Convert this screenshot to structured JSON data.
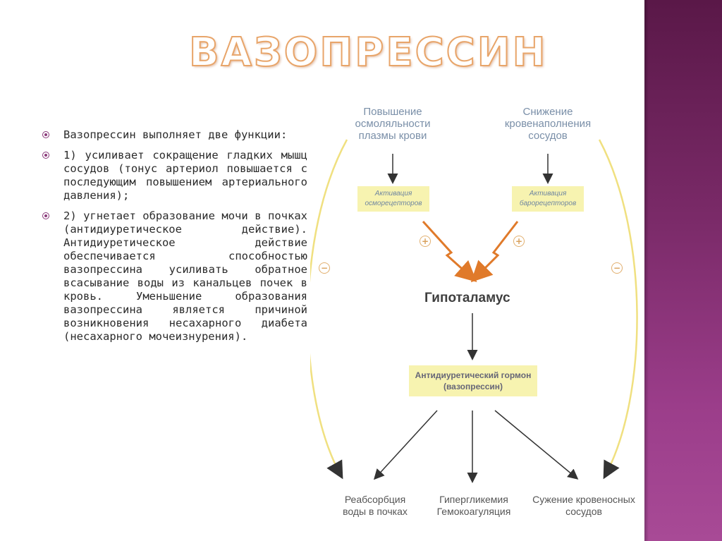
{
  "slide": {
    "title": "ВАЗОПРЕССИН",
    "bullets": [
      "Вазопрессин выполняет две функции:",
      "1) усиливает сокращение гладких мышц сосудов (тонус артериол повышается с последующим повышением артериального давления);",
      "2) угнетает образование мочи в почках (антидиуретическое действие). Антидиуретическое действие обеспечивается способностью вазопрессина усиливать обратное всасывание воды из канальцев почек в кровь. Уменьшение образования вазопрессина является причиной возникновения несахарного диабета (несахарного мочеизнурения)."
    ]
  },
  "diagram": {
    "input_left": [
      "Повышение",
      "осмоляльности",
      "плазмы крови"
    ],
    "input_right": [
      "Снижение",
      "кровенаполнения",
      "сосудов"
    ],
    "receptor_left": [
      "Активация",
      "осморецепторов"
    ],
    "receptor_right": [
      "Активация",
      "барорецепторов"
    ],
    "center": "Гипоталамус",
    "hormone": [
      "Антидиуретический гормон",
      "(вазопрессин)"
    ],
    "output_left": [
      "Реабсорбция",
      "воды в почках"
    ],
    "output_middle": [
      "Гипергликемия",
      "Гемокоагуляция"
    ],
    "output_right": [
      "Сужение кровеносных",
      "сосудов"
    ],
    "plus_sign": "+",
    "minus_sign": "−"
  },
  "colors": {
    "accent_purple": "#7a2a68",
    "title_outline": "#e8a56a",
    "box_fill": "#f7f3b0",
    "arrow_orange": "#e07a2a",
    "feedback_arc": "#f0e080"
  }
}
